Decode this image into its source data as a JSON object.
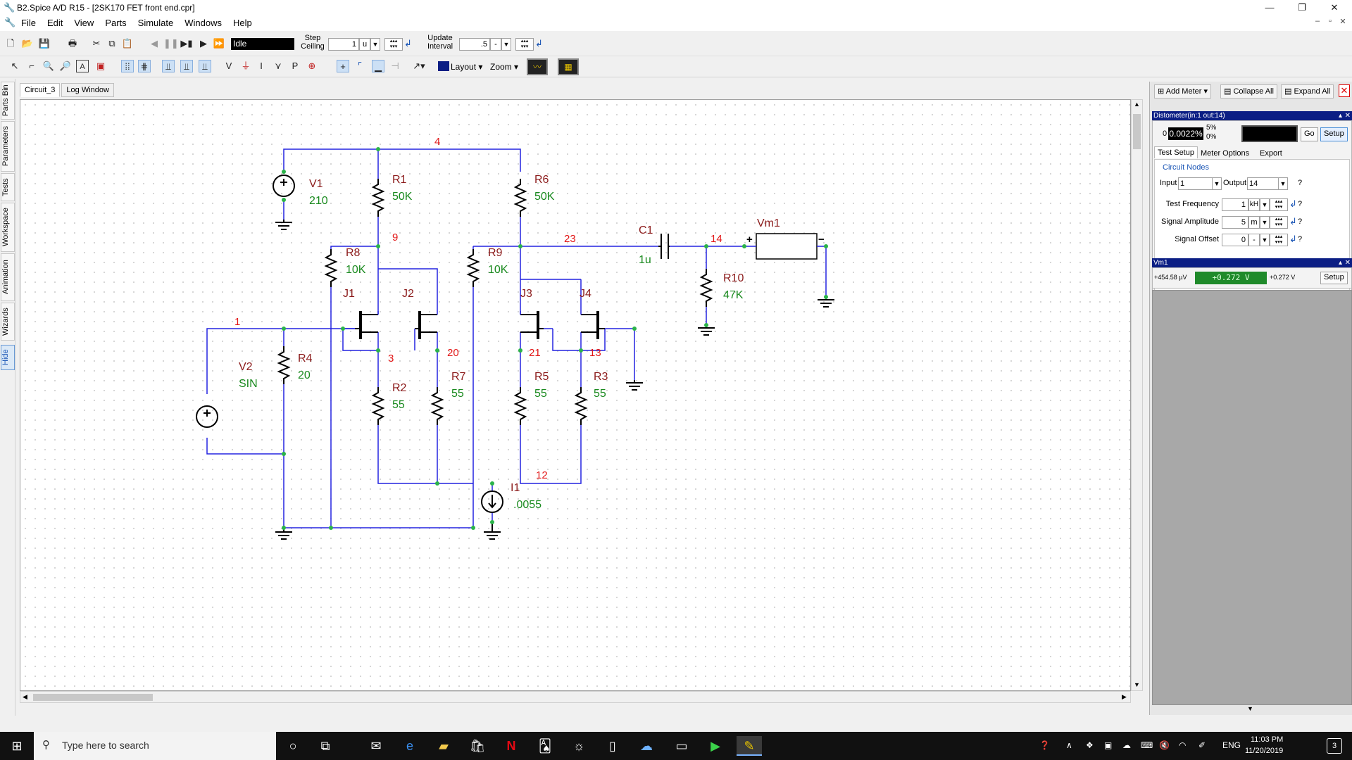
{
  "window": {
    "title": "B2.Spice A/D R15 - [2SK170 FET front end.cpr]",
    "minimize": "—",
    "restore": "❐",
    "close": "✕"
  },
  "menu": [
    "File",
    "Edit",
    "View",
    "Parts",
    "Simulate",
    "Windows",
    "Help"
  ],
  "mdi_controls": [
    "–",
    "▫",
    "✕"
  ],
  "toolbar": {
    "status": "Idle",
    "step_ceiling_label_1": "Step",
    "step_ceiling_label_2": "Ceiling",
    "step_value": "1",
    "step_unit": "u",
    "update_interval_label_1": "Update",
    "update_interval_label_2": "Interval",
    "update_value": ".5",
    "update_unit": "-",
    "layout_label": "Layout",
    "zoom_label": "Zoom"
  },
  "left_tabs": [
    "Parts Bin",
    "Parameters",
    "Tests",
    "Workspace",
    "Animation",
    "Wizards",
    "Hide"
  ],
  "doc_tabs": [
    "Circuit_3",
    "Log Window"
  ],
  "schematic": {
    "nodes": [
      "4",
      "9",
      "23",
      "14",
      "1",
      "3",
      "20",
      "21",
      "13",
      "12"
    ],
    "components": {
      "V1": {
        "name": "V1",
        "value": "210"
      },
      "V2": {
        "name": "V2",
        "value": "SIN"
      },
      "R1": {
        "name": "R1",
        "value": "50K"
      },
      "R2": {
        "name": "R2",
        "value": "55"
      },
      "R3": {
        "name": "R3",
        "value": "55"
      },
      "R4": {
        "name": "R4",
        "value": "20"
      },
      "R5": {
        "name": "R5",
        "value": "55"
      },
      "R6": {
        "name": "R6",
        "value": "50K"
      },
      "R7": {
        "name": "R7",
        "value": "55"
      },
      "R8": {
        "name": "R8",
        "value": "10K"
      },
      "R9": {
        "name": "R9",
        "value": "10K"
      },
      "R10": {
        "name": "R10",
        "value": "47K"
      },
      "C1": {
        "name": "C1",
        "value": "1u"
      },
      "I1": {
        "name": "I1",
        "value": ".0055"
      },
      "J1": {
        "name": "J1"
      },
      "J2": {
        "name": "J2"
      },
      "J3": {
        "name": "J3"
      },
      "J4": {
        "name": "J4"
      },
      "Vm1": {
        "name": "Vm1"
      }
    }
  },
  "right_panel": {
    "add_meter": "Add Meter",
    "collapse_all": "Collapse All",
    "expand_all": "Expand All",
    "distometer": {
      "title": "Distometer(in:1 out:14)",
      "zero": "0",
      "reading": "0.0022%",
      "scale_top": "5%",
      "scale_bottom": "0%",
      "go": "Go",
      "setup": "Setup",
      "tabs": [
        "Test Setup",
        "Meter Options",
        "Export"
      ],
      "circuit_nodes": "Circuit Nodes",
      "input_label": "Input",
      "input_value": "1",
      "output_label": "Output",
      "output_value": "14",
      "test_frequency_label": "Test Frequency",
      "test_frequency_value": "1",
      "test_frequency_unit": "kH",
      "signal_amplitude_label": "Signal Amplitude",
      "signal_amplitude_value": "5",
      "signal_amplitude_unit": "m",
      "signal_offset_label": "Signal Offset",
      "signal_offset_value": "0",
      "signal_offset_unit": "-",
      "help": "?"
    },
    "vm1": {
      "title": "Vm1",
      "left_value": "+454.58 µV",
      "reading": "+0.272 V",
      "right_value": "+0.272 V",
      "setup": "Setup"
    }
  },
  "taskbar": {
    "search_placeholder": "Type here to search",
    "language": "ENG",
    "time": "11:03 PM",
    "date": "11/20/2019",
    "notification_count": "3"
  }
}
